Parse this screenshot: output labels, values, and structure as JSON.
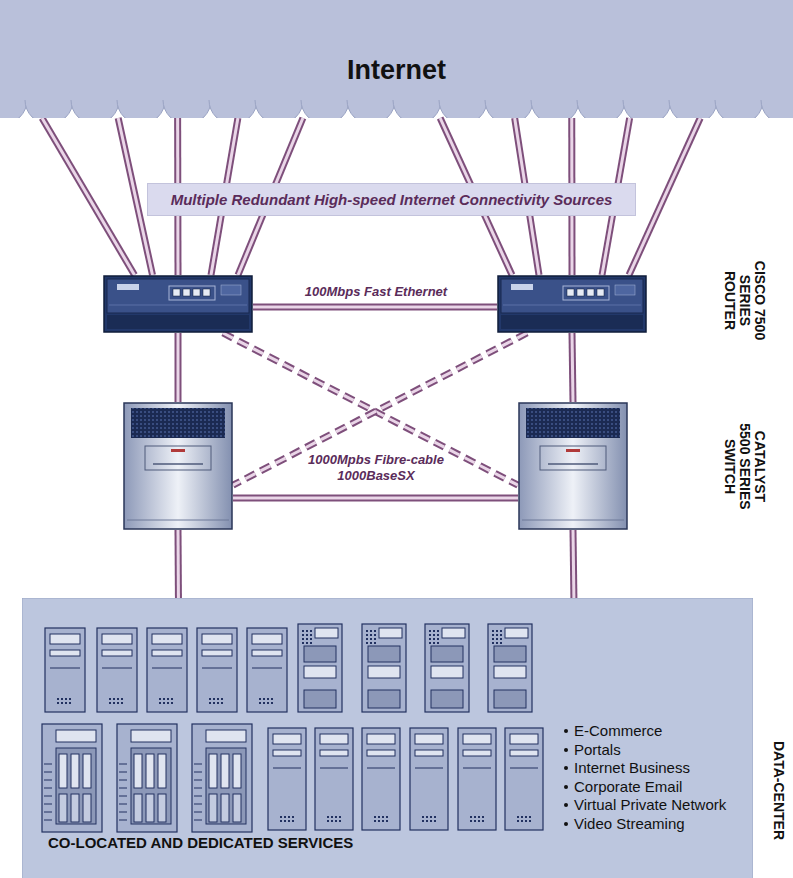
{
  "diagram": {
    "nodes": [
      {
        "text": [
          "Internet"
        ]
      },
      {
        "text": [
          "Multiple Redundant High-speed Internet Connectivity Sources"
        ]
      },
      {
        "text": []
      },
      {
        "text": []
      },
      {
        "text": []
      },
      {
        "text": []
      },
      {
        "text": [
          "CO-LOCATED AND DEDICATED SERVICES",
          "E-Commerce",
          "Portals",
          "Internet Business",
          "Corporate Email",
          "Virtual Private Network",
          "Video Streaming"
        ]
      }
    ],
    "edges": [
      {
        "from": 0,
        "to": 2,
        "arrow": "none"
      },
      {
        "from": 0,
        "to": 2,
        "arrow": "none"
      },
      {
        "from": 0,
        "to": 2,
        "arrow": "none"
      },
      {
        "from": 0,
        "to": 2,
        "arrow": "none"
      },
      {
        "from": 0,
        "to": 2,
        "arrow": "none"
      },
      {
        "from": 0,
        "to": 3,
        "arrow": "none"
      },
      {
        "from": 0,
        "to": 3,
        "arrow": "none"
      },
      {
        "from": 0,
        "to": 3,
        "arrow": "none"
      },
      {
        "from": 0,
        "to": 3,
        "arrow": "none"
      },
      {
        "from": 0,
        "to": 3,
        "arrow": "none"
      },
      {
        "from": 2,
        "to": 3,
        "label": "100Mbps Fast Ethernet",
        "arrow": "none"
      },
      {
        "from": 2,
        "to": 4,
        "arrow": "none"
      },
      {
        "from": 3,
        "to": 5,
        "arrow": "none"
      },
      {
        "from": 2,
        "to": 5,
        "arrow": "none"
      },
      {
        "from": 3,
        "to": 4,
        "arrow": "none"
      },
      {
        "from": 4,
        "to": 5,
        "label": "1000Mpbs Fibre-cable 1000BaseSX",
        "arrow": "none"
      },
      {
        "from": 4,
        "to": 6,
        "arrow": "none"
      },
      {
        "from": 5,
        "to": 6,
        "arrow": "none"
      }
    ],
    "labels": [
      "CISCO 7500 SERIES ROUTER",
      "CATALYST 5500 SERIES SWITCH",
      "DATA-CENTER"
    ]
  }
}
